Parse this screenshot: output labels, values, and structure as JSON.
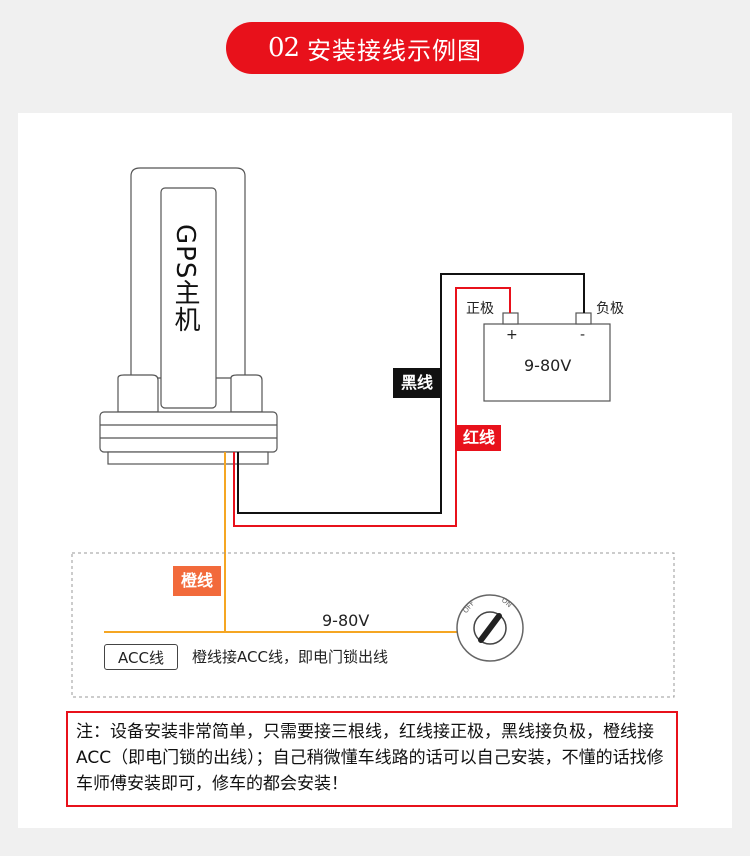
{
  "header": {
    "number": "02",
    "title": "安装接线示例图"
  },
  "device": {
    "label": "GPS主机"
  },
  "wires": {
    "black": "黑线",
    "red": "红线",
    "orange": "橙线"
  },
  "battery": {
    "positive_label": "正极",
    "negative_label": "负极",
    "plus": "+",
    "minus": "-",
    "voltage": "9-80V"
  },
  "ignition": {
    "voltage": "9-80V",
    "off": "OFF",
    "on": "ON"
  },
  "acc": {
    "tag": "ACC线",
    "description": "橙线接ACC线，即电门锁出线"
  },
  "note": {
    "text": "注：设备安装非常简单，只需要接三根线，红线接正极，黑线接负极，橙线接ACC（即电门锁的出线）；自己稍微懂车线路的话可以自己安装，不懂的话找修车师傅安装即可，修车的都会安装！"
  },
  "colors": {
    "accent": "#e8111b",
    "orange": "#f5a623",
    "wire_black": "#111111",
    "wire_red": "#e8111b"
  }
}
